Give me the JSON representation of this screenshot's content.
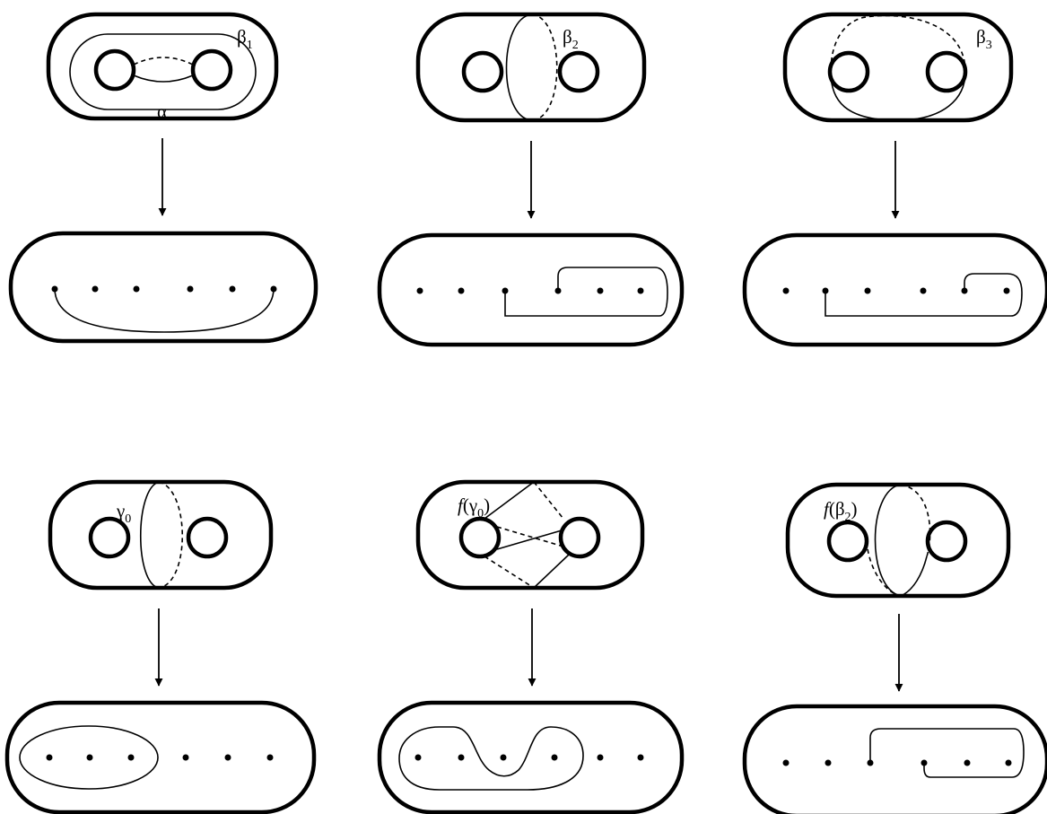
{
  "labels": {
    "alpha": "α",
    "beta1": {
      "base": "β",
      "sub": "1"
    },
    "beta2": {
      "base": "β",
      "sub": "2"
    },
    "beta3": {
      "base": "β",
      "sub": "3"
    },
    "gamma0": {
      "base": "γ",
      "sub": "0"
    },
    "f_gamma0": {
      "f": "f",
      "open": "(",
      "base": "γ",
      "sub": "0",
      "close": ")"
    },
    "f_beta2": {
      "f": "f",
      "open": "(",
      "base": "β",
      "sub": "2",
      "close": ")"
    }
  }
}
